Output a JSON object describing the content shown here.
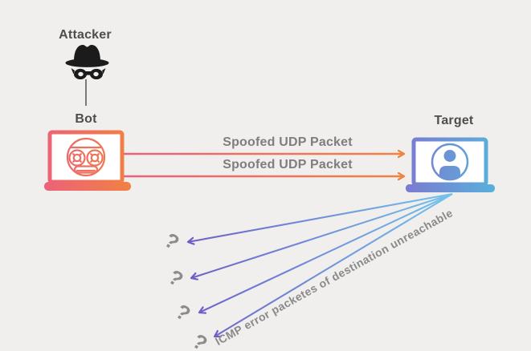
{
  "diagram": {
    "title_semantic": "UDP flood attack diagram",
    "attacker": {
      "label": "Attacker"
    },
    "bot": {
      "label": "Bot"
    },
    "target": {
      "label": "Target"
    },
    "udp_arrows": [
      {
        "label": "Spoofed UDP Packet"
      },
      {
        "label": "Spoofed UDP Packet"
      }
    ],
    "icmp": {
      "label": "ICMP error packetes of destination unreachable"
    },
    "question_marks": [
      "?",
      "?",
      "?",
      "?"
    ],
    "colors": {
      "background": "#f0efed",
      "node_label": "#4d4d4d",
      "muted_label": "#7e7e7e",
      "gray": "#8c8c8c",
      "line_gray": "#7a7a7a",
      "icon_black": "#1b1b1b",
      "pink": "#ec5f7d",
      "orange": "#f08340",
      "purple": "#6f5ec6",
      "light_blue": "#74c3ec",
      "target_purple": "#7d78d0",
      "target_blue": "#57b2dc",
      "screen_white": "#ffffff"
    }
  }
}
